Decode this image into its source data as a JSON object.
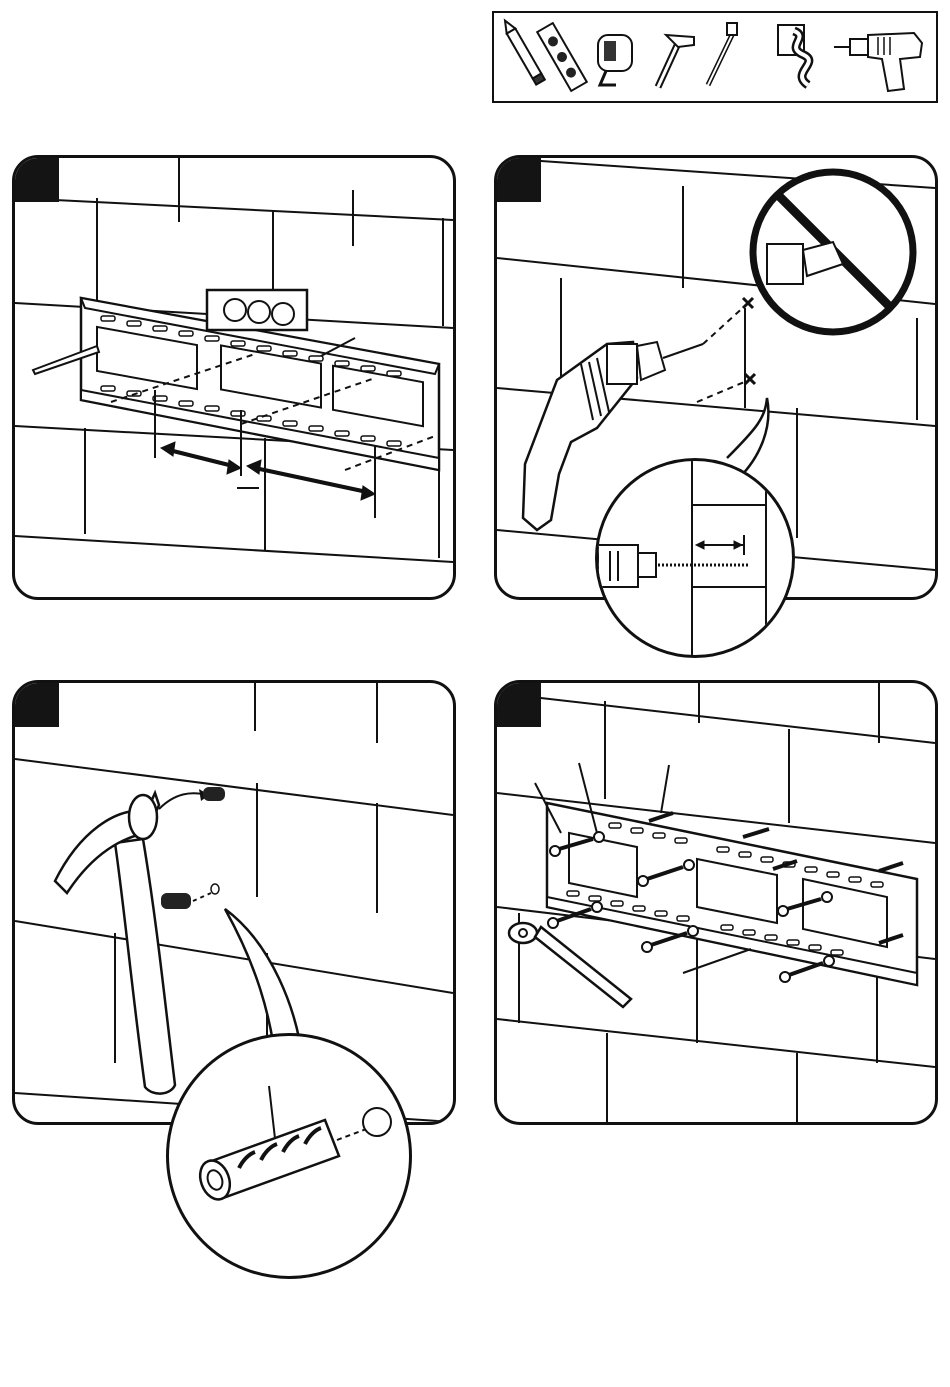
{
  "document": {
    "type": "wall-mount installation instructions (wordless illustrations)",
    "steps": [
      {
        "id": 1,
        "panel": "level-and-mark-plate"
      },
      {
        "id": 2,
        "panel": "drill-holes"
      },
      {
        "id": 3,
        "panel": "insert-anchors"
      },
      {
        "id": 4,
        "panel": "fasten-plate-with-lag-bolts"
      }
    ],
    "tools": [
      {
        "icon": "pencil-icon"
      },
      {
        "icon": "level-icon"
      },
      {
        "icon": "tape-measure-icon"
      },
      {
        "icon": "hammer-icon"
      },
      {
        "icon": "socket-wrench-icon"
      },
      {
        "icon": "drill-bit-icon"
      },
      {
        "icon": "power-drill-icon"
      }
    ],
    "colors": {
      "ink": "#111111",
      "badge": "#141414",
      "paper": "#ffffff"
    }
  }
}
